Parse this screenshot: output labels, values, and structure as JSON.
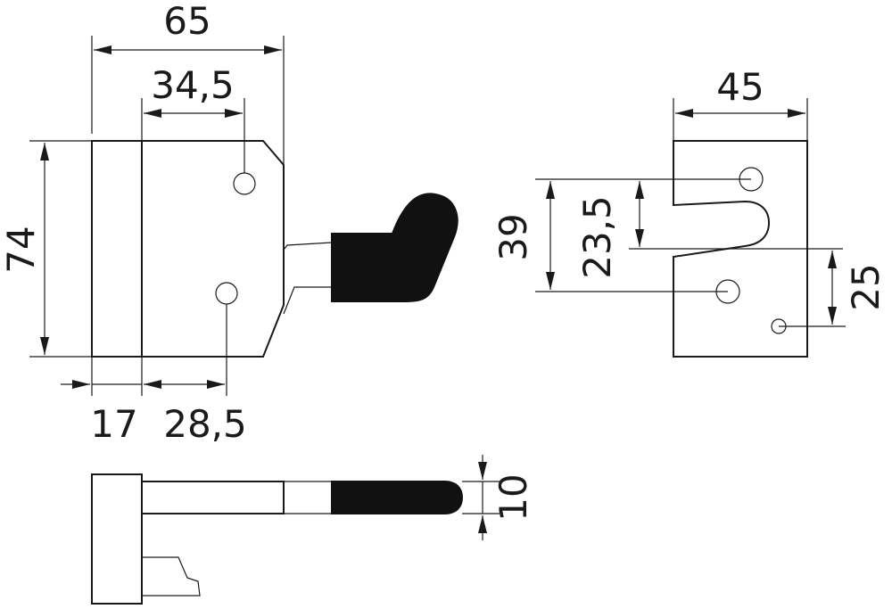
{
  "dimensions": {
    "overall_width": "65",
    "hole_spacing_top": "34,5",
    "height": "74",
    "base_offset": "17",
    "hole_spacing_bottom": "28,5",
    "plate_width": "45",
    "hole_vertical_spacing": "39",
    "slot_depth": "23,5",
    "lower_hole_offset": "25",
    "thickness": "10"
  },
  "colors": {
    "line": "#1a1a1a",
    "solid": "#111111",
    "background": "#ffffff"
  }
}
